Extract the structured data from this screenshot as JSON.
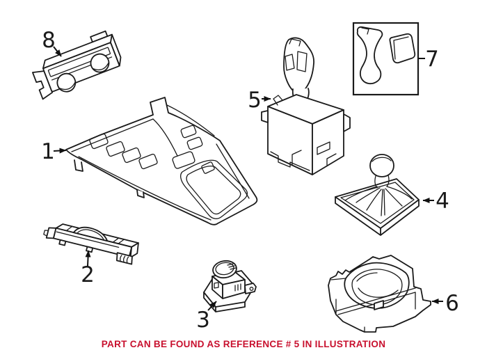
{
  "diagram": {
    "caption": "PART CAN BE FOUND AS REFERENCE # 5 IN ILLUSTRATION",
    "callouts": [
      {
        "number": "1"
      },
      {
        "number": "2"
      },
      {
        "number": "3"
      },
      {
        "number": "4"
      },
      {
        "number": "5"
      },
      {
        "number": "6"
      },
      {
        "number": "7"
      },
      {
        "number": "8"
      }
    ],
    "colors": {
      "line": "#1a1a1a",
      "caption_red": "#c8102e",
      "background": "#ffffff"
    }
  }
}
